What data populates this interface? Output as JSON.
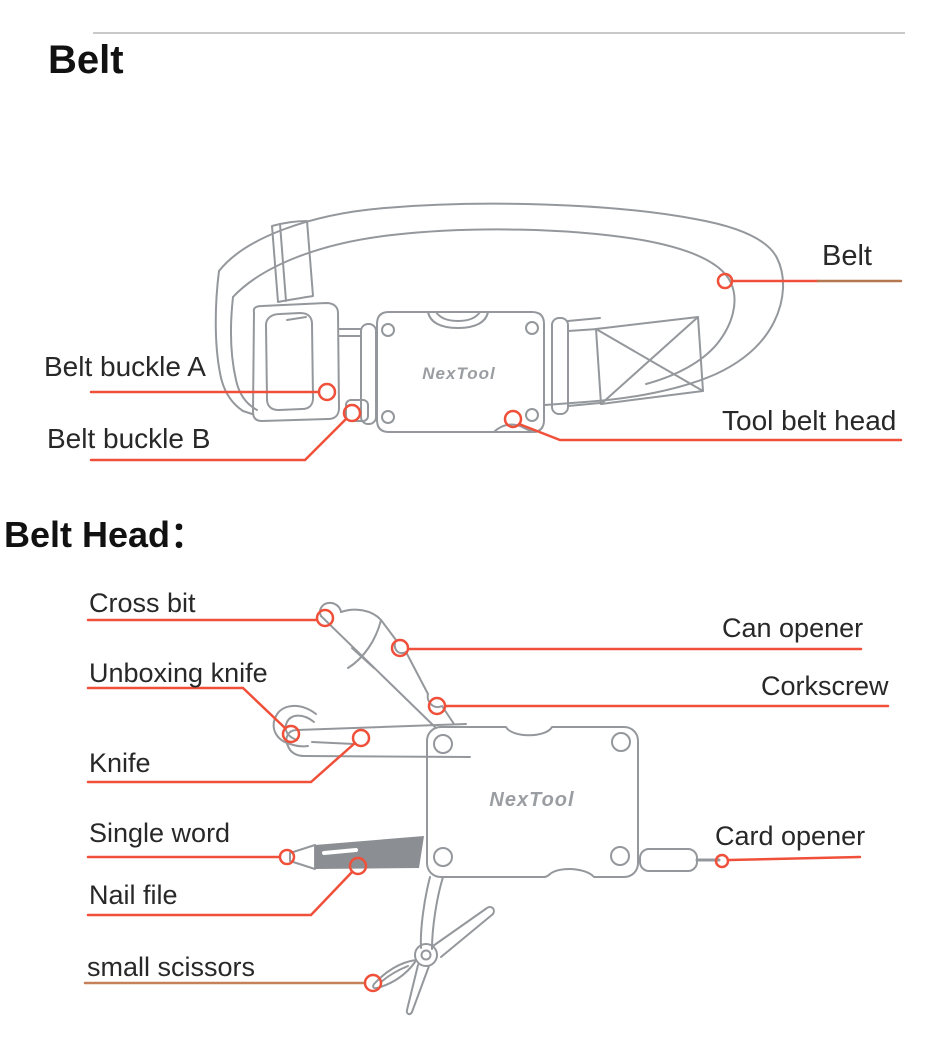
{
  "sections": {
    "belt": {
      "heading": "Belt",
      "brand": "NexTool",
      "labels": {
        "belt": "Belt",
        "buckle_a": "Belt buckle A",
        "buckle_b": "Belt buckle B",
        "tool_belt_head": "Tool belt head"
      }
    },
    "belt_head": {
      "heading": "Belt Head：",
      "brand": "NexTool",
      "labels": {
        "cross_bit": "Cross bit",
        "can_opener": "Can opener",
        "unboxing_knife": "Unboxing knife",
        "corkscrew": "Corkscrew",
        "knife": "Knife",
        "single_word": "Single word",
        "card_opener": "Card opener",
        "nail_file": "Nail file",
        "small_scissors": "small scissors"
      }
    }
  },
  "colors": {
    "leader": "#f0503a",
    "leader_brown": "#b5774f",
    "leader_tan": "#c5825a",
    "line_art": "#94989c",
    "file_fill": "#8b8f93",
    "divider": "#c9c9c9",
    "text": "#282828"
  }
}
